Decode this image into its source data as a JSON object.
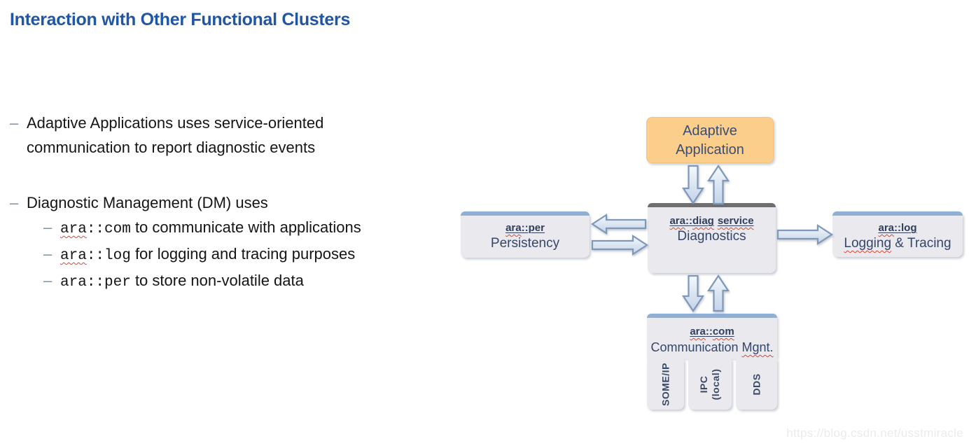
{
  "title": "Interaction with Other Functional Clusters",
  "bullets": [
    {
      "dash": "–",
      "parts": [
        {
          "t": "Adaptive Applications uses service-oriented communication to report diagnostic events"
        }
      ]
    },
    {
      "dash": "–",
      "parts": [
        {
          "t": "Diagnostic Management (DM) uses"
        }
      ]
    },
    {
      "dash": "–",
      "parts": [
        {
          "t": "ara",
          "c": "mono wavy"
        },
        {
          "t": "::com",
          "c": "mono"
        },
        {
          "t": " to communicate with applications"
        }
      ]
    },
    {
      "dash": "–",
      "parts": [
        {
          "t": "ara",
          "c": "mono wavy"
        },
        {
          "t": "::log",
          "c": "mono"
        },
        {
          "t": " for logging and tracing purposes"
        }
      ]
    },
    {
      "dash": "–",
      "parts": [
        {
          "t": "ara",
          "c": "mono"
        },
        {
          "t": "::per",
          "c": "mono"
        },
        {
          "t": " to store non-volatile data"
        }
      ]
    }
  ],
  "diagram": {
    "app_box": {
      "line1": "Adaptive",
      "line2": "Application"
    },
    "per_box": {
      "code_parts": [
        {
          "t": "ara",
          "c": "wavy"
        },
        {
          "t": "::per"
        }
      ],
      "label_parts": [
        {
          "t": "Persistency"
        }
      ]
    },
    "diag_box": {
      "code_parts": [
        {
          "t": "ara",
          "c": "wavy"
        },
        {
          "t": "::"
        },
        {
          "t": "diag",
          "c": "wavy"
        },
        {
          "t": "service",
          "c": "wavy gapw"
        }
      ],
      "label_parts": [
        {
          "t": "Diagnostics"
        }
      ]
    },
    "log_box": {
      "code_parts": [
        {
          "t": "ara",
          "c": "wavy"
        },
        {
          "t": "::log"
        }
      ],
      "label_parts": [
        {
          "t": "Logging",
          "c": "wavy"
        },
        {
          "t": " & Tracing"
        }
      ]
    },
    "com_box": {
      "code_parts": [
        {
          "t": "ara",
          "c": "wavy"
        },
        {
          "t": "::"
        },
        {
          "t": "com",
          "c": "wavy"
        }
      ],
      "label_parts": [
        {
          "t": "Communication "
        },
        {
          "t": "Mgnt.",
          "c": "wavy"
        }
      ],
      "sub_boxes": [
        {
          "l1": "SOME/IP",
          "l2": ""
        },
        {
          "l1": "IPC",
          "l2": "(local)"
        },
        {
          "l1": "DDS",
          "l2": ""
        }
      ]
    }
  },
  "watermark": "https://blog.csdn.net/usstmiracle",
  "colors": {
    "title_blue": "#2156A5",
    "bullet_dash": "#7C90A4",
    "orange_box_fill": "#FBCE8C",
    "gray_box_fill": "#E9E9EE",
    "blue_header_bar": "#8FB0D5",
    "gray_header_bar": "#6F6F6F",
    "box_text_navy": "#35466B",
    "spellcheck_red": "#E0442F",
    "arrow_stroke": "#7E98BA",
    "arrow_fill_light": "#F4F8FC",
    "arrow_fill_dark": "#C3D3E8",
    "watermark_gray": "#EBEBEB"
  }
}
